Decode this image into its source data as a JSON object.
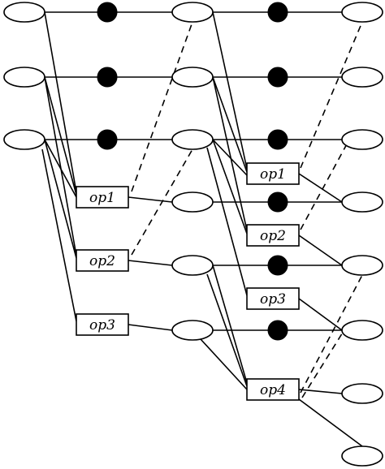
{
  "ops": [
    {
      "id": "op1a",
      "label": "op1"
    },
    {
      "id": "op2a",
      "label": "op2"
    },
    {
      "id": "op3a",
      "label": "op3"
    },
    {
      "id": "op1b",
      "label": "op1"
    },
    {
      "id": "op2b",
      "label": "op2"
    },
    {
      "id": "op3b",
      "label": "op3"
    },
    {
      "id": "op4b",
      "label": "op4"
    }
  ]
}
